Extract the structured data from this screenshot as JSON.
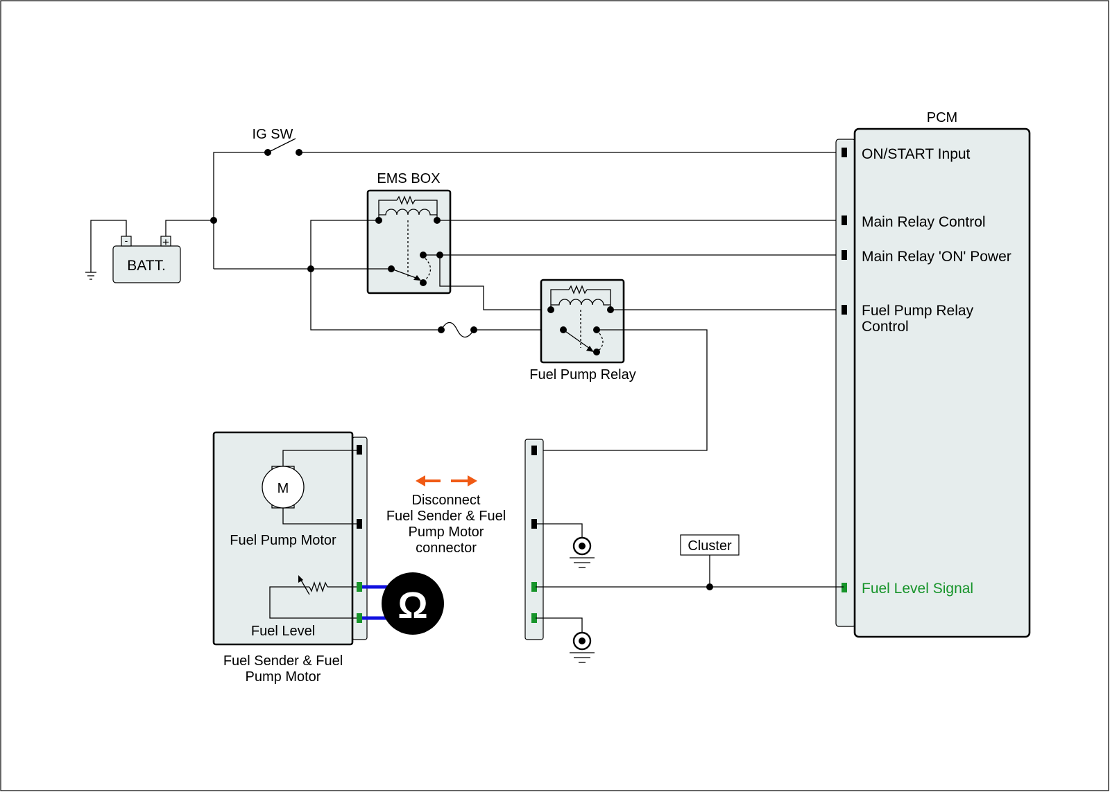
{
  "labels": {
    "ig_sw": "IG SW",
    "batt": "BATT.",
    "batt_minus": "-",
    "batt_plus": "+",
    "ems_box": "EMS BOX",
    "fuel_pump_relay": "Fuel Pump Relay",
    "pcm": "PCM",
    "pcm_on_start": "ON/START Input",
    "pcm_main_relay_control": "Main Relay Control",
    "pcm_main_relay_on_power": "Main Relay 'ON' Power",
    "pcm_fuel_pump_relay_control_1": "Fuel Pump Relay",
    "pcm_fuel_pump_relay_control_2": "Control",
    "pcm_fuel_level_signal": "Fuel Level Signal",
    "motor_symbol": "M",
    "fuel_pump_motor": "Fuel Pump Motor",
    "fuel_level": "Fuel Level",
    "module_1": "Fuel Sender & Fuel",
    "module_2": "Pump Motor",
    "disconnect_1": "Disconnect",
    "disconnect_2": "Fuel Sender & Fuel",
    "disconnect_3": "Pump Motor",
    "disconnect_4": "connector",
    "cluster": "Cluster",
    "ohm": "Ω"
  },
  "colors": {
    "box_fill": "#e6eded",
    "signal_green": "#17942a",
    "probe_blue": "#1010e0",
    "arrow_orange": "#f05a14",
    "meter_black": "#000000"
  }
}
